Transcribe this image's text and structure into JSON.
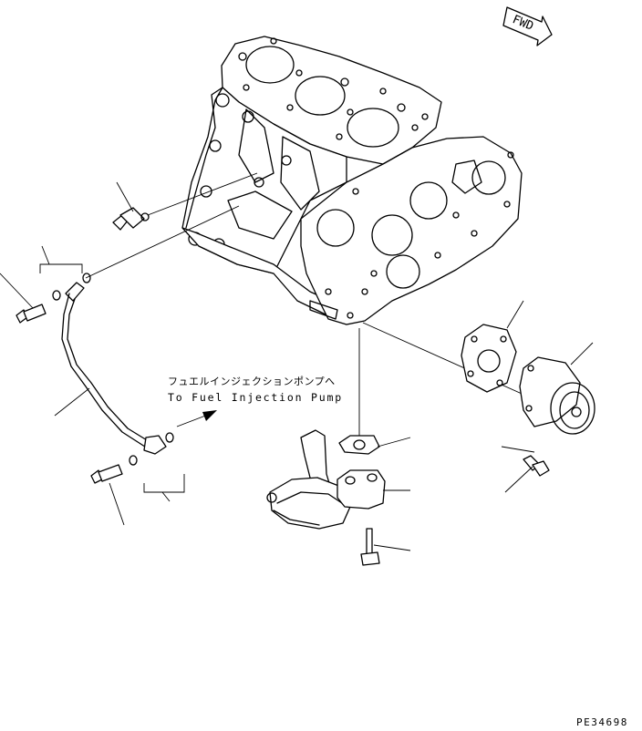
{
  "fwd_label": "FWD",
  "annotation_jp": "フュエルインジェクションポンプへ",
  "annotation_en": "To Fuel Injection Pump",
  "drawing_code": "PE34698",
  "colors": {
    "line": "#000000",
    "background": "#ffffff"
  }
}
